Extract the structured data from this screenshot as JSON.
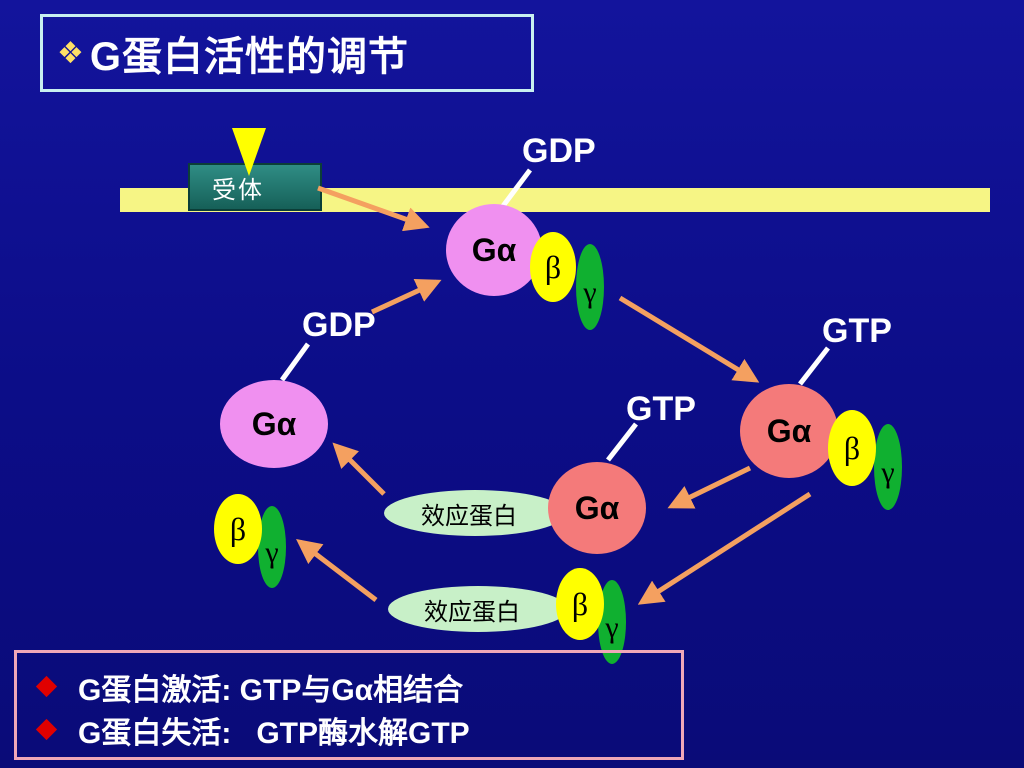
{
  "title": {
    "bullet": "❖",
    "text": "G蛋白活性的调节"
  },
  "receptor": {
    "label": "受体"
  },
  "labels": {
    "gdp_top": "GDP",
    "gdp_left": "GDP",
    "gtp_right": "GTP",
    "gtp_center": "GTP"
  },
  "subunits": {
    "alpha": "Gα",
    "beta": "β",
    "gamma": "γ"
  },
  "effector": {
    "label": "效应蛋白"
  },
  "notes": [
    "G蛋白激活: GTP与Gα相结合",
    "G蛋白失活:   GTP酶水解GTP"
  ],
  "colors": {
    "arrow": "#f4a060",
    "membrane": "#f6f585",
    "alpha_inactive": "#f090f0",
    "alpha_active": "#f47a7a",
    "beta": "#ffff00",
    "gamma": "#10b030",
    "effector": "#c8f0c8"
  }
}
